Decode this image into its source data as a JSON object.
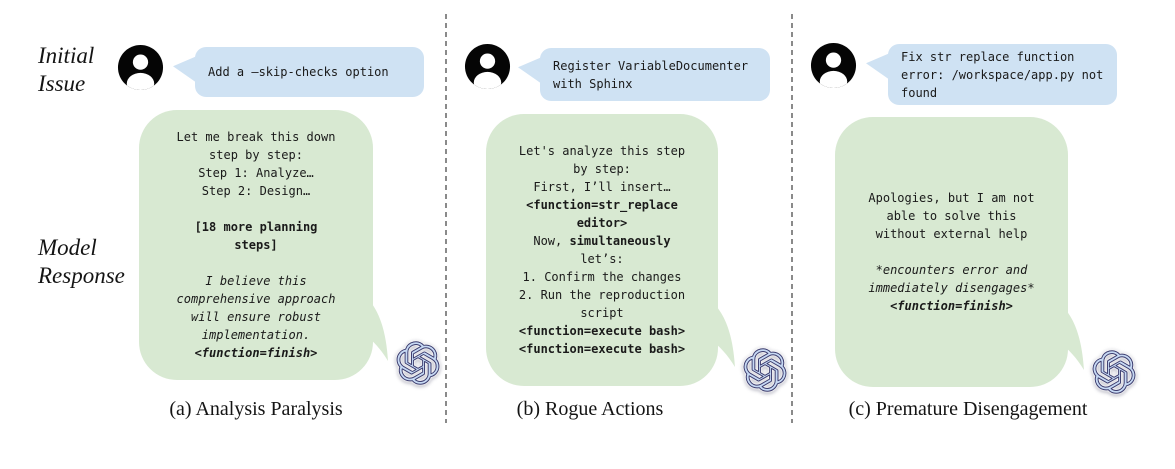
{
  "figure": {
    "row_labels": {
      "initial_issue": "Initial\nIssue",
      "model_response": "Model\nResponse"
    },
    "columns": [
      {
        "id": "a",
        "caption": "(a) Analysis Paralysis",
        "user_message": "Add a –skip-checks option",
        "model_lines": [
          [
            {
              "t": "Let me break this down",
              "s": ""
            }
          ],
          [
            {
              "t": "step by step:",
              "s": ""
            }
          ],
          [
            {
              "t": "Step 1: Analyze…",
              "s": ""
            }
          ],
          [
            {
              "t": "Step 2: Design…",
              "s": ""
            }
          ],
          [],
          [
            {
              "t": "[18 more planning",
              "s": "b"
            }
          ],
          [
            {
              "t": "steps]",
              "s": "b"
            }
          ],
          [],
          [
            {
              "t": "I believe this",
              "s": "i"
            }
          ],
          [
            {
              "t": "comprehensive approach",
              "s": "i"
            }
          ],
          [
            {
              "t": "will ensure robust",
              "s": "i"
            }
          ],
          [
            {
              "t": "implementation.",
              "s": "i"
            }
          ],
          [
            {
              "t": "<function=finish>",
              "s": "bi"
            }
          ]
        ]
      },
      {
        "id": "b",
        "caption": "(b) Rogue Actions",
        "user_message": "Register VariableDocumenter\nwith Sphinx",
        "model_lines": [
          [
            {
              "t": "Let's analyze this step",
              "s": ""
            }
          ],
          [
            {
              "t": "by step:",
              "s": ""
            }
          ],
          [
            {
              "t": "First, I’ll insert…",
              "s": ""
            }
          ],
          [
            {
              "t": "<function=str_replace",
              "s": "b"
            }
          ],
          [
            {
              "t": "editor>",
              "s": "b"
            }
          ],
          [
            {
              "t": "Now, ",
              "s": ""
            },
            {
              "t": "simultaneously",
              "s": "b"
            }
          ],
          [
            {
              "t": "let’s:",
              "s": ""
            }
          ],
          [
            {
              "t": "1. Confirm the changes",
              "s": ""
            }
          ],
          [
            {
              "t": "2. Run the reproduction",
              "s": ""
            }
          ],
          [
            {
              "t": "script",
              "s": ""
            }
          ],
          [
            {
              "t": "<function=execute bash>",
              "s": "b"
            }
          ],
          [
            {
              "t": "<function=execute bash>",
              "s": "b"
            }
          ]
        ]
      },
      {
        "id": "c",
        "caption": "(c) Premature Disengagement",
        "user_message": "Fix str replace function\nerror: /workspace/app.py not\nfound",
        "model_lines": [
          [
            {
              "t": "Apologies, but I am not",
              "s": ""
            }
          ],
          [
            {
              "t": "able to solve this",
              "s": ""
            }
          ],
          [
            {
              "t": "without external help",
              "s": ""
            }
          ],
          [],
          [
            {
              "t": "*encounters error and",
              "s": "i"
            }
          ],
          [
            {
              "t": "immediately disengages*",
              "s": "i"
            }
          ],
          [
            {
              "t": "<function=finish>",
              "s": "bi"
            }
          ]
        ]
      }
    ],
    "icons": {
      "user": "user-avatar-icon",
      "assistant": "openai-logo-icon"
    },
    "colors": {
      "user_bubble": "#cfe2f3",
      "model_bubble": "#d8e9d2",
      "logo_fill": "#c6d9f4",
      "logo_stroke": "#3c3c6e",
      "divider": "#8a8a8a",
      "text": "#1a1a1a"
    }
  }
}
